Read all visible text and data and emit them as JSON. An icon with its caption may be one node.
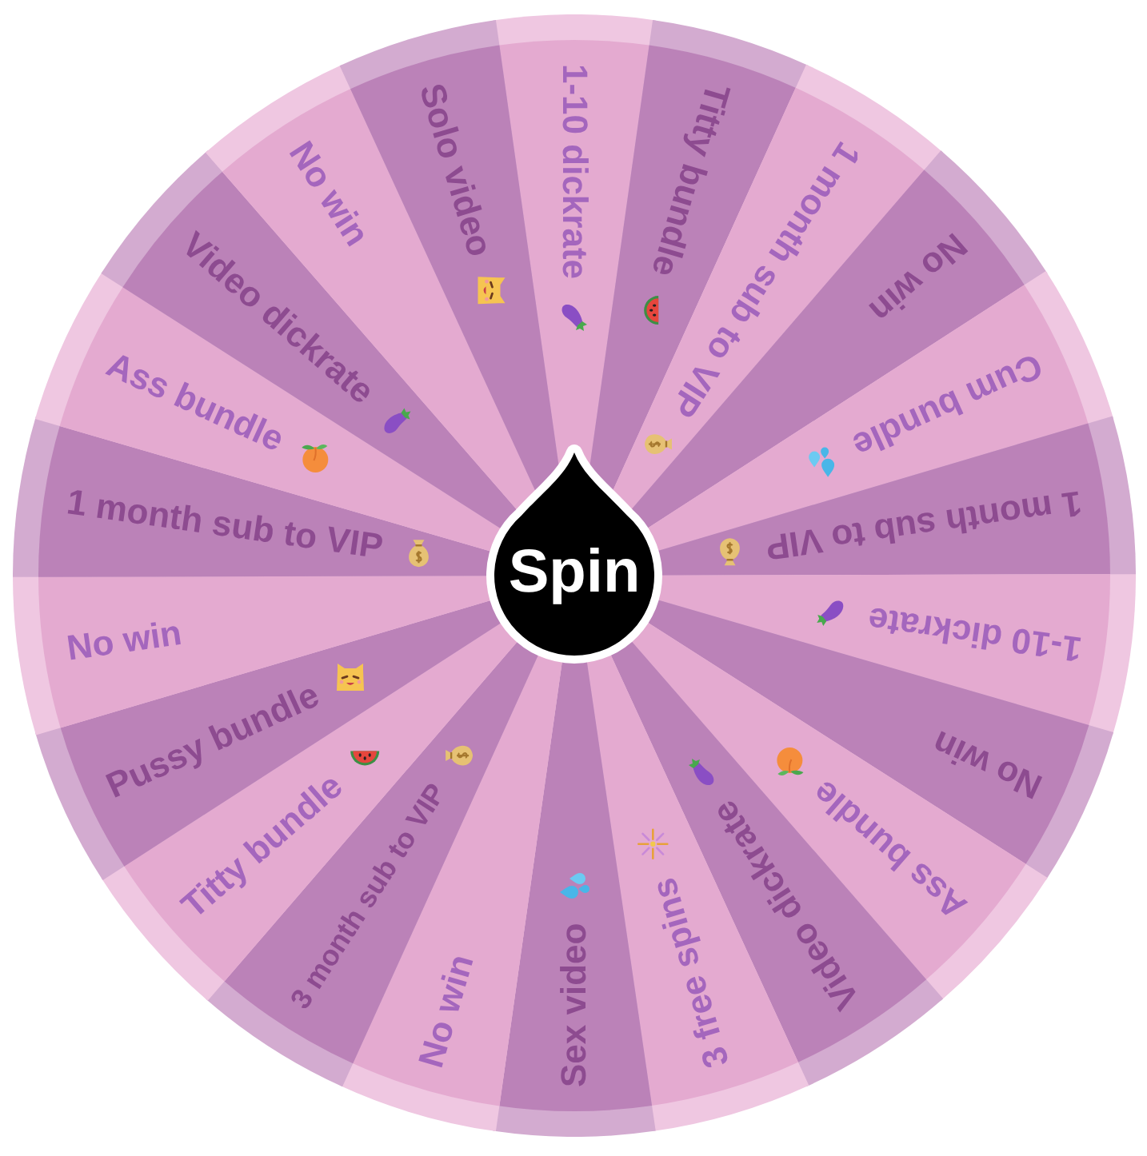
{
  "diagram": {
    "nodes": [
      {
        "text": [
          "1-10 dickrate"
        ]
      },
      {
        "text": [
          "Titty bundle"
        ]
      },
      {
        "text": [
          "1 month sub to VIP"
        ]
      },
      {
        "text": [
          "No win"
        ]
      },
      {
        "text": [
          "Cum bundle"
        ]
      },
      {
        "text": [
          "1 month sub to VIP"
        ]
      },
      {
        "text": [
          "1-10 dickrate"
        ]
      },
      {
        "text": [
          "No win"
        ]
      },
      {
        "text": [
          "Ass bundle"
        ]
      },
      {
        "text": [
          "Video dickrate"
        ]
      },
      {
        "text": [
          "3 free spins"
        ]
      },
      {
        "text": [
          "Sex video"
        ]
      },
      {
        "text": [
          "No win"
        ]
      },
      {
        "text": [
          "3 month sub to VIP"
        ]
      },
      {
        "text": [
          "Titty bundle"
        ]
      },
      {
        "text": [
          "Pussy bundle"
        ]
      },
      {
        "text": [
          "No win"
        ]
      },
      {
        "text": [
          "1 month sub to VIP"
        ]
      },
      {
        "text": [
          "Ass bundle"
        ]
      },
      {
        "text": [
          "Video dickrate"
        ]
      },
      {
        "text": [
          "No win"
        ]
      },
      {
        "text": [
          "Solo video"
        ]
      },
      {
        "text": [
          "Spin"
        ]
      }
    ]
  }
}
